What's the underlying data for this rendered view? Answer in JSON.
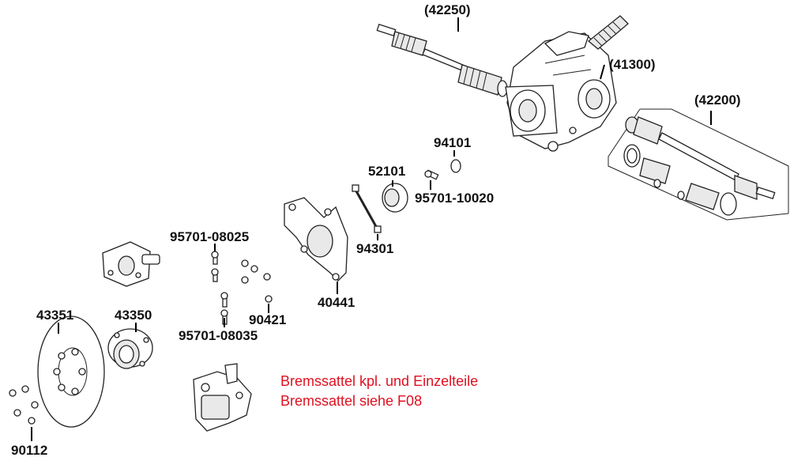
{
  "diagram": {
    "labels": {
      "p42250": "(42250)",
      "p41300": "(41300)",
      "p42200": "(42200)",
      "p94101": "94101",
      "p52101": "52101",
      "p95701_10020": "95701-10020",
      "p94301": "94301",
      "p40441": "40441",
      "p95701_08025": "95701-08025",
      "p90421": "90421",
      "p95701_08035": "95701-08035",
      "p43351": "43351",
      "p43350": "43350",
      "p90112": "90112"
    },
    "note": {
      "line1": "Bremssattel kpl. und Einzelteile",
      "line2": "Bremssattel siehe F08",
      "color": "#e01020"
    }
  }
}
